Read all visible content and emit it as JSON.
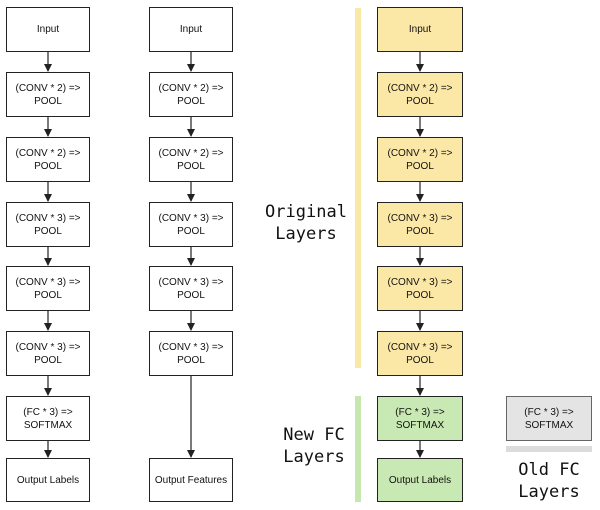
{
  "diagram": {
    "columns": [
      {
        "id": "col1",
        "boxes": [
          {
            "text": "Input",
            "style": "white"
          },
          {
            "text": "(CONV * 2) =>\nPOOL",
            "style": "white"
          },
          {
            "text": "(CONV * 2) =>\nPOOL",
            "style": "white"
          },
          {
            "text": "(CONV * 3) =>\nPOOL",
            "style": "white"
          },
          {
            "text": "(CONV * 3) =>\nPOOL",
            "style": "white"
          },
          {
            "text": "(CONV * 3) =>\nPOOL",
            "style": "white"
          },
          {
            "text": "(FC * 3) =>\nSOFTMAX",
            "style": "white"
          },
          {
            "text": "Output Labels",
            "style": "white"
          }
        ]
      },
      {
        "id": "col2",
        "boxes": [
          {
            "text": "Input",
            "style": "white"
          },
          {
            "text": "(CONV * 2) =>\nPOOL",
            "style": "white"
          },
          {
            "text": "(CONV * 2) =>\nPOOL",
            "style": "white"
          },
          {
            "text": "(CONV * 3) =>\nPOOL",
            "style": "white"
          },
          {
            "text": "(CONV * 3) =>\nPOOL",
            "style": "white"
          },
          {
            "text": "(CONV * 3) =>\nPOOL",
            "style": "white"
          },
          {
            "text": "Output Features",
            "style": "white"
          }
        ]
      },
      {
        "id": "col3",
        "boxes": [
          {
            "text": "Input",
            "style": "yellow"
          },
          {
            "text": "(CONV * 2) =>\nPOOL",
            "style": "yellow"
          },
          {
            "text": "(CONV * 2) =>\nPOOL",
            "style": "yellow"
          },
          {
            "text": "(CONV * 3) =>\nPOOL",
            "style": "yellow"
          },
          {
            "text": "(CONV * 3) =>\nPOOL",
            "style": "yellow"
          },
          {
            "text": "(CONV * 3) =>\nPOOL",
            "style": "yellow"
          },
          {
            "text": "(FC * 3) =>\nSOFTMAX",
            "style": "green"
          },
          {
            "text": "Output Labels",
            "style": "green"
          }
        ]
      }
    ],
    "old_fc_box": {
      "text": "(FC * 3) =>\nSOFTMAX",
      "style": "gray"
    },
    "labels": {
      "original": "Original\nLayers",
      "new_fc": "New FC\nLayers",
      "old_fc": "Old FC\nLayers"
    },
    "colors": {
      "yellow_fill": "#fbe8a6",
      "yellow_bar": "#f8e9a8",
      "green_fill": "#c9e9b4",
      "green_bar": "#c6e8b0",
      "gray_fill": "#e4e4e4",
      "gray_bar": "#dcdcdc",
      "stroke": "#222222"
    }
  }
}
